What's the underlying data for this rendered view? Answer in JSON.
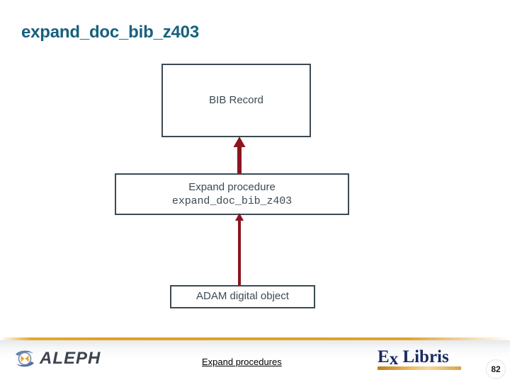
{
  "slide": {
    "title": "expand_doc_bib_z403",
    "page_number": "82"
  },
  "colors": {
    "title": "#17607f",
    "node_border": "#3b4a53",
    "node_text": "#3b4a53",
    "arrow": "#8b1520",
    "rule_gold": "#e3a21f",
    "exlibris_navy": "#1b2a5e",
    "background": "#ffffff"
  },
  "diagram": {
    "nodes": [
      {
        "id": "bib-record",
        "label": "BIB Record"
      },
      {
        "id": "expand-procedure",
        "line1": "Expand procedure",
        "line2": "expand_doc_bib_z403"
      },
      {
        "id": "adam-digital-object",
        "label": "ADAM digital object"
      }
    ],
    "arrows": [
      {
        "id": "arrow-adam-to-procedure",
        "direction": "up",
        "from": "ADAM digital object",
        "to": "Expand procedure"
      },
      {
        "id": "arrow-procedure-to-bib",
        "direction": "up",
        "from": "Expand procedure",
        "to": "BIB Record"
      }
    ]
  },
  "footer": {
    "caption": "Expand procedures",
    "aleph_logo_text": "ALEPH",
    "aleph_logo_icon": "aleph-swirl-icon",
    "exlibris_logo_text_1": "E",
    "exlibris_logo_text_2": "x",
    "exlibris_logo_text_3": " Libris",
    "exlibris_logo_icon": "exlibris-wordmark"
  }
}
